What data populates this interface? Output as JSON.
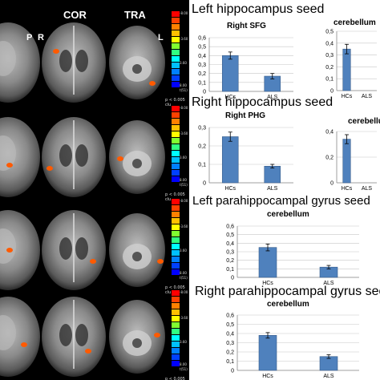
{
  "brain": {
    "view_labels": {
      "cor": "COR",
      "tra": "TRA",
      "p": "P",
      "r": "R",
      "l": "L"
    },
    "colorbar": {
      "ticks": [
        "-8.00",
        "-3.60",
        "3.60",
        "8.00"
      ],
      "unit": "t(51)",
      "threshold_note": "p < 0.005 clu"
    }
  },
  "panels": [
    {
      "seed": "Left hippocampus seed",
      "charts": [
        {
          "region": "Right SFG",
          "categories": [
            "HCs",
            "ALS"
          ],
          "values": [
            0.4,
            0.17
          ],
          "errors": [
            0.04,
            0.03
          ],
          "ylim": [
            0,
            0.6
          ],
          "yticks": [
            "0",
            "0,1",
            "0,2",
            "0,3",
            "0,4",
            "0,5",
            "0,6"
          ]
        },
        {
          "region": "cerebellum",
          "categories": [
            "HCs",
            "ALS"
          ],
          "values": [
            0.35,
            0.0
          ],
          "errors": [
            0.04,
            0.0
          ],
          "ylim": [
            0,
            0.5
          ],
          "yticks": [
            "0",
            "0,1",
            "0,2",
            "0,3",
            "0,4",
            "0,5"
          ]
        }
      ]
    },
    {
      "seed": "Right hippocampus seed",
      "charts": [
        {
          "region": "Right PHG",
          "categories": [
            "HCs",
            "ALS"
          ],
          "values": [
            0.25,
            0.09
          ],
          "errors": [
            0.025,
            0.01
          ],
          "ylim": [
            0,
            0.3
          ],
          "yticks": [
            "0",
            "0,1",
            "0,2",
            "0,3"
          ]
        },
        {
          "region": "cerebellum",
          "categories": [
            "HCs",
            "ALS"
          ],
          "values": [
            0.34,
            0.0
          ],
          "errors": [
            0.035,
            0.0
          ],
          "ylim": [
            0,
            0.4
          ],
          "yticks": [
            "0",
            "0,2",
            "0,4"
          ]
        }
      ]
    },
    {
      "seed": "Left parahippocampal gyrus seed",
      "charts": [
        {
          "region": "cerebellum",
          "categories": [
            "HCs",
            "ALS"
          ],
          "values": [
            0.35,
            0.12
          ],
          "errors": [
            0.04,
            0.02
          ],
          "ylim": [
            0,
            0.6
          ],
          "yticks": [
            "0",
            "0,1",
            "0,2",
            "0,3",
            "0,4",
            "0,5",
            "0,6"
          ]
        }
      ]
    },
    {
      "seed": "Right parahippocampal gyrus seed",
      "charts": [
        {
          "region": "cerebellum",
          "categories": [
            "HCs",
            "ALS"
          ],
          "values": [
            0.38,
            0.15
          ],
          "errors": [
            0.03,
            0.02
          ],
          "ylim": [
            0,
            0.6
          ],
          "yticks": [
            "0",
            "0,1",
            "0,2",
            "0,3",
            "0,4",
            "0,5",
            "0,6"
          ]
        }
      ]
    }
  ],
  "chart_data": [
    {
      "type": "bar",
      "title": "Right SFG",
      "categories": [
        "HCs",
        "ALS"
      ],
      "values": [
        0.4,
        0.17
      ],
      "ylim": [
        0,
        0.6
      ]
    },
    {
      "type": "bar",
      "title": "cerebellum",
      "categories": [
        "HCs",
        "ALS"
      ],
      "values": [
        0.35,
        null
      ],
      "ylim": [
        0,
        0.5
      ]
    },
    {
      "type": "bar",
      "title": "Right PHG",
      "categories": [
        "HCs",
        "ALS"
      ],
      "values": [
        0.25,
        0.09
      ],
      "ylim": [
        0,
        0.3
      ]
    },
    {
      "type": "bar",
      "title": "cerebellum",
      "categories": [
        "HCs",
        "ALS"
      ],
      "values": [
        0.34,
        null
      ],
      "ylim": [
        0,
        0.4
      ]
    },
    {
      "type": "bar",
      "title": "cerebellum",
      "categories": [
        "HCs",
        "ALS"
      ],
      "values": [
        0.35,
        0.12
      ],
      "ylim": [
        0,
        0.6
      ]
    },
    {
      "type": "bar",
      "title": "cerebellum",
      "categories": [
        "HCs",
        "ALS"
      ],
      "values": [
        0.38,
        0.15
      ],
      "ylim": [
        0,
        0.6
      ]
    }
  ],
  "colors": {
    "bar": "#4f81bd",
    "bar_edge": "#385d8a",
    "activation": "#ff5a00"
  }
}
